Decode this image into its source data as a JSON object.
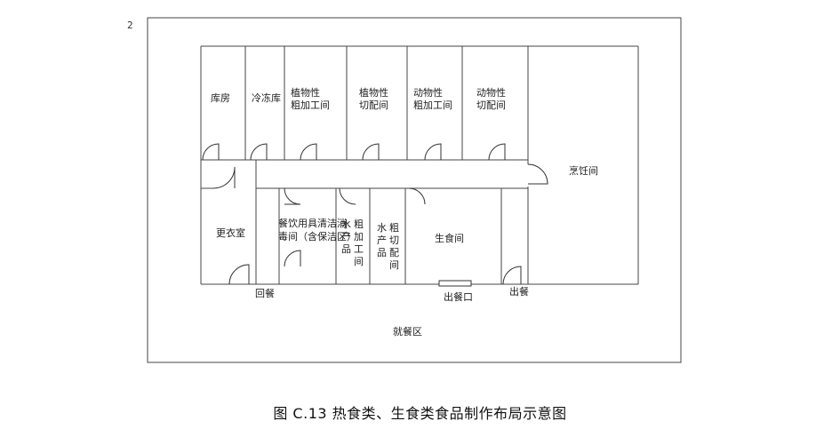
{
  "rooms": {
    "storage": "库房",
    "cold_storage": "冷冻库",
    "plant_rough": [
      "植物性",
      "粗加工间"
    ],
    "plant_cut": [
      "植物性",
      "切配间"
    ],
    "animal_rough": [
      "动物性",
      "粗加工间"
    ],
    "animal_cut": [
      "动物性",
      "切配间"
    ],
    "cooking": "烹饪间",
    "locker": "更衣室",
    "utensil_clean": [
      "餐饮用具清洁消",
      "毒间（含保洁区）"
    ],
    "aquatic_rough": [
      "水",
      "产",
      "品",
      "粗",
      "加",
      "工",
      "间"
    ],
    "aquatic_cut": [
      "水",
      "产",
      "品",
      "粗",
      "切",
      "配",
      "间"
    ],
    "raw_food": "生食间",
    "return_tray": "回餐",
    "serving_window": "出餐口",
    "serving_exit": "出餐",
    "dining": "就餐区"
  },
  "corner_mark": "2",
  "caption": "图 C.13  热食类、生食类食品制作布局示意图"
}
